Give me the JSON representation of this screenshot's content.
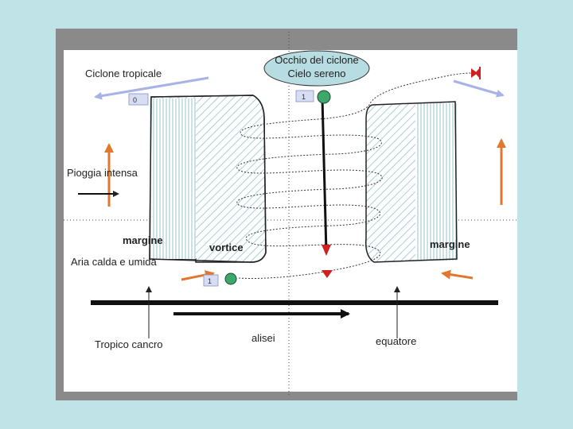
{
  "labels": {
    "tropical_cyclone": "Ciclone tropicale",
    "eye_line1": "Occhio del ciclone",
    "eye_line2": "Cielo sereno",
    "heavy_rain": "Pioggia intensa",
    "margin_left": "margine",
    "margin_right": "margine",
    "vortex": "vortice",
    "warm_humid_air": "Aria calda e umida",
    "tropic_cancer": "Tropico cancro",
    "trade_winds": "alisei",
    "equator": "equatore"
  },
  "badges": {
    "left_top": "0",
    "center_top": "1",
    "left_bottom": "1"
  },
  "colors": {
    "background": "#bfe3e6",
    "frame": "#8a8a8a",
    "wind_arrow_blue": "#a7b3e6",
    "orange_arrow": "#e07830",
    "hatch": "#a8d0d6",
    "eye_fill": "#b7dde2",
    "marker_green": "#3ea86a",
    "marker_red": "#d02020"
  }
}
